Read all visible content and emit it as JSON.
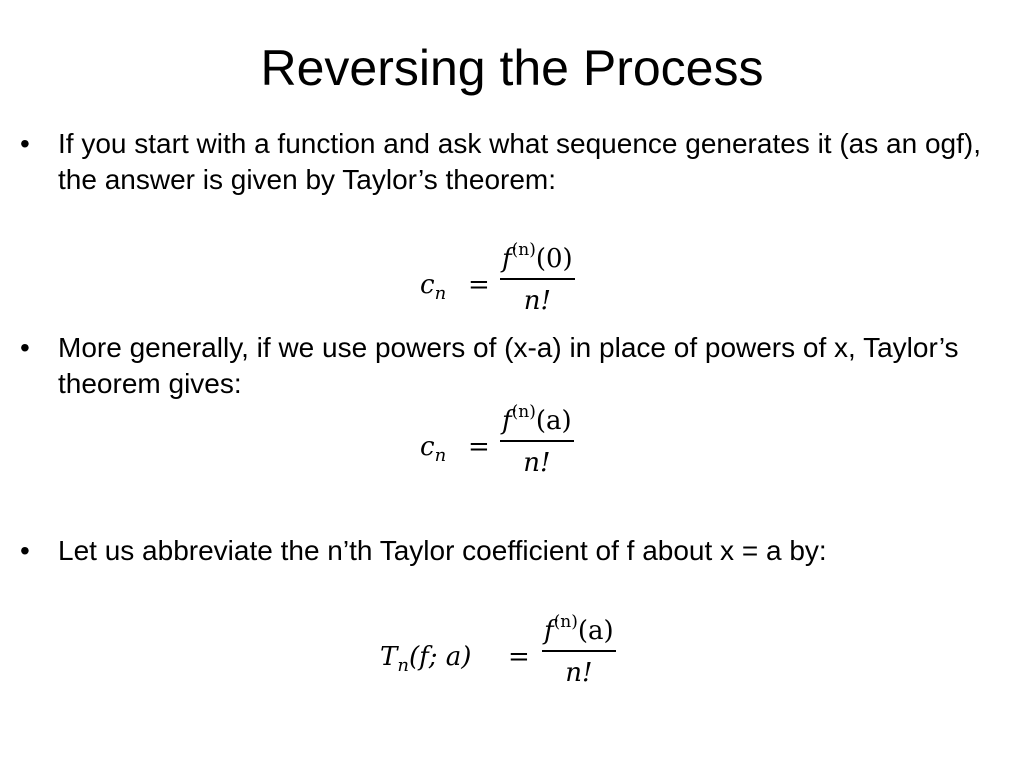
{
  "slide": {
    "title": "Reversing the Process",
    "bullet_marker": "•",
    "bullets": [
      {
        "text": "If you start with a function and ask what sequence generates it (as an ogf), the answer is given by Taylor’s theorem:"
      },
      {
        "text": "More generally, if we use powers of (x-a) in place of powers of x, Taylor’s theorem gives:"
      },
      {
        "text": "Let us abbreviate the n’th Taylor coefficient of f about x = a by:"
      }
    ],
    "equations": [
      {
        "lhs_base": "c",
        "lhs_sub": "n",
        "equals": "=",
        "num_base": "f",
        "num_sup": "(n)",
        "num_arg": "(0)",
        "den": "n!"
      },
      {
        "lhs_base": "c",
        "lhs_sub": "n",
        "equals": "=",
        "num_base": "f",
        "num_sup": "(n)",
        "num_arg": "(a)",
        "den": "n!"
      },
      {
        "lhs_base": "T",
        "lhs_sub": "n",
        "lhs_args": "(f; a)",
        "equals": "=",
        "num_base": "f",
        "num_sup": "(n)",
        "num_arg": "(a)",
        "den": "n!"
      }
    ]
  }
}
